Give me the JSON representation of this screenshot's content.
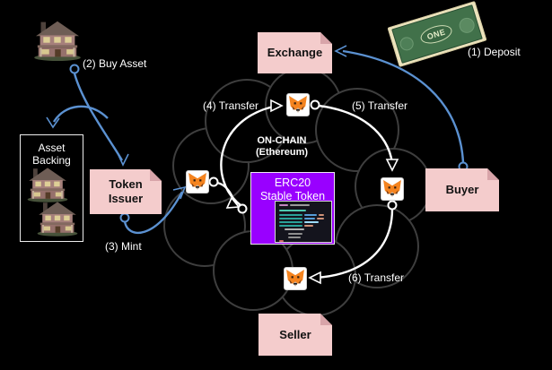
{
  "diagram": {
    "title_region": "stablecoin-flow-diagram",
    "onchain": {
      "line1": "ON-CHAIN",
      "line2": "(Ethereum)"
    },
    "nodes": {
      "exchange": {
        "label": "Exchange"
      },
      "buyer": {
        "label": "Buyer"
      },
      "seller": {
        "label": "Seller"
      },
      "token_issuer": {
        "line1": "Token",
        "line2": "Issuer"
      },
      "asset_backing": {
        "line1": "Asset",
        "line2": "Backing"
      },
      "erc20": {
        "line1": "ERC20",
        "line2": "Stable Token"
      }
    },
    "flows": {
      "deposit": "(1) Deposit",
      "buy_asset": "(2) Buy Asset",
      "mint": "(3) Mint",
      "transfer_4": "(4) Transfer",
      "transfer_5": "(5) Transfer",
      "transfer_6": "(6) Transfer"
    },
    "bill": {
      "denomination": "ONE"
    },
    "icons": {
      "wallet": "metamask-fox-icon",
      "asset": "house-photo",
      "cash": "dollar-bill",
      "network": "cloud-outline",
      "contract": "smart-contract-code-screenshot"
    },
    "colors": {
      "node_fill": "#f4cccc",
      "node_fold": "#d8a4a9",
      "token_fill": "#9900ff",
      "flow_blue": "#5b91d1",
      "flow_white": "#ffffff",
      "cloud_stroke": "#3e3e3e",
      "bg": "#000000"
    }
  }
}
